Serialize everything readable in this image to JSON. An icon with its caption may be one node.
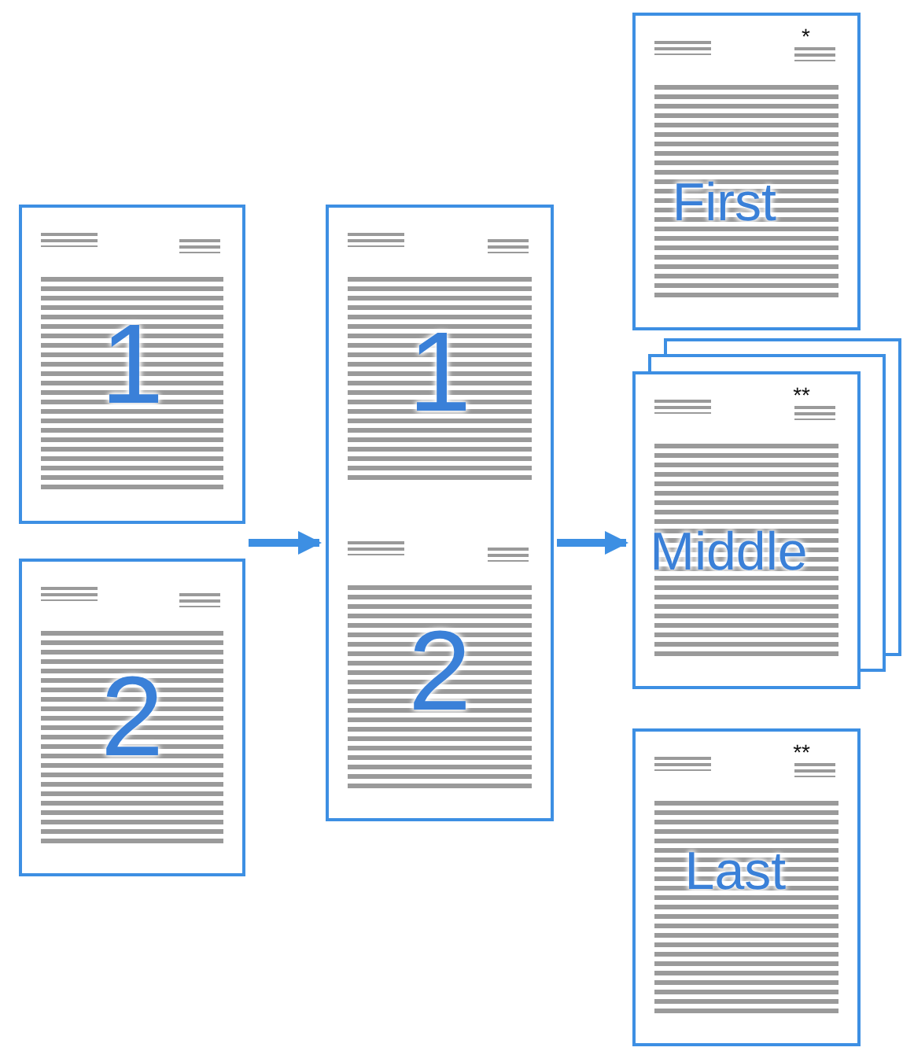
{
  "diagram": {
    "nodes": [
      {
        "text": [
          "1"
        ]
      },
      {
        "text": [
          "2"
        ]
      },
      {
        "text": [
          "1",
          "2"
        ]
      },
      {
        "text": [
          "*",
          "First"
        ]
      },
      {
        "text": [
          "**",
          "Middle"
        ]
      },
      {
        "text": [
          "**",
          "Last"
        ]
      }
    ],
    "edges": [
      {
        "from": 0,
        "to": 2,
        "arrow": "to"
      },
      {
        "from": 1,
        "to": 2,
        "arrow": "to"
      },
      {
        "from": 2,
        "to": 4,
        "arrow": "to"
      }
    ]
  }
}
